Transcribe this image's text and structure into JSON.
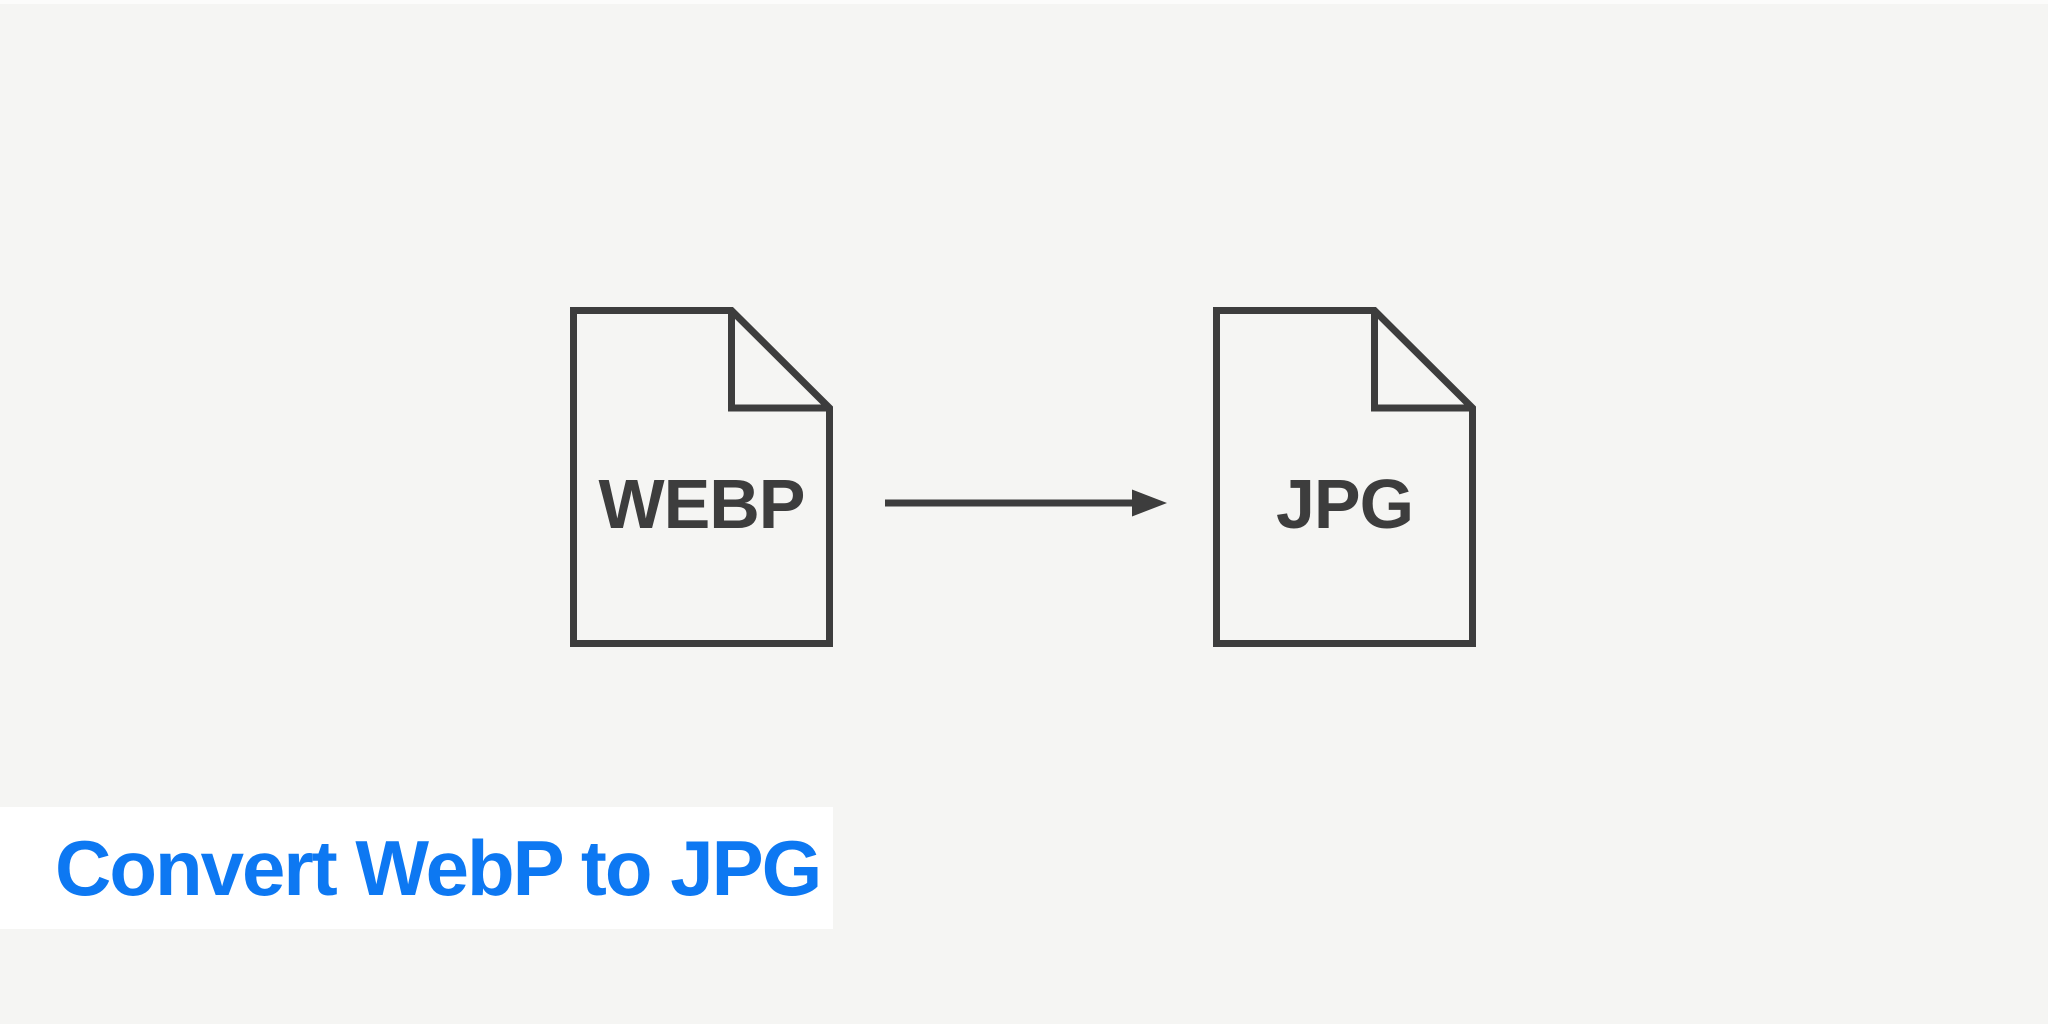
{
  "page": {
    "background_color": "#f5f5f3"
  },
  "colors": {
    "outline_dark": "#3d3d3d",
    "accent_blue": "#0d78f2",
    "banner_background": "#ffffff"
  },
  "diagram": {
    "source_file_label": "WEBP",
    "target_file_label": "JPG"
  },
  "banner": {
    "title": "Convert WebP to JPG"
  }
}
